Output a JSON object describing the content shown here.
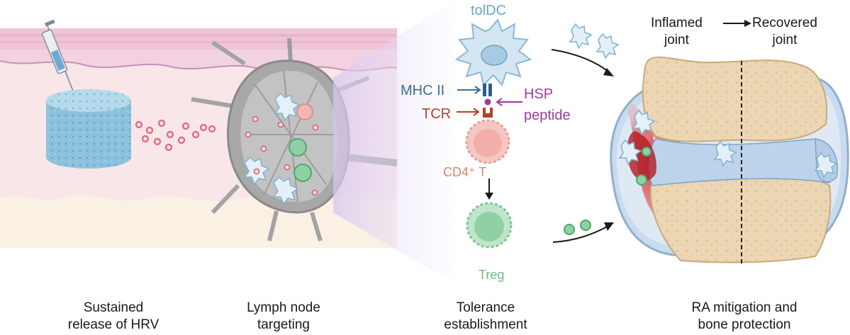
{
  "labels": {
    "toldc": "tolDC",
    "mhc": "MHC II",
    "tcr": "TCR",
    "hsp_line1": "HSP",
    "hsp_line2": "peptide",
    "cd4": "CD4⁺ T",
    "treg": "Treg",
    "inflamed_line1": "Inflamed",
    "inflamed_line2": "joint",
    "recovered_line1": "Recovered",
    "recovered_line2": "joint"
  },
  "captions": [
    {
      "line1": "Sustained",
      "line2": "release of HRV"
    },
    {
      "line1": "Lymph node",
      "line2": "targeting"
    },
    {
      "line1": "Tolerance",
      "line2": "establishment"
    },
    {
      "line1": "RA mitigation and",
      "line2": "bone protection"
    }
  ],
  "colors": {
    "skin_top": "#e8bfd6",
    "dermis": "#f7e2e6",
    "hydrogel": "#8cc3dc",
    "particle": "#d86a7a",
    "lymph_node": "#9c9c9c",
    "toldc": "#b9d8ea",
    "cd4": "#f2b0ab",
    "treg": "#8fd1a4",
    "bone": "#ecd6b4",
    "inflammation": "#e8403c",
    "synovium": "#b7cfe6"
  }
}
